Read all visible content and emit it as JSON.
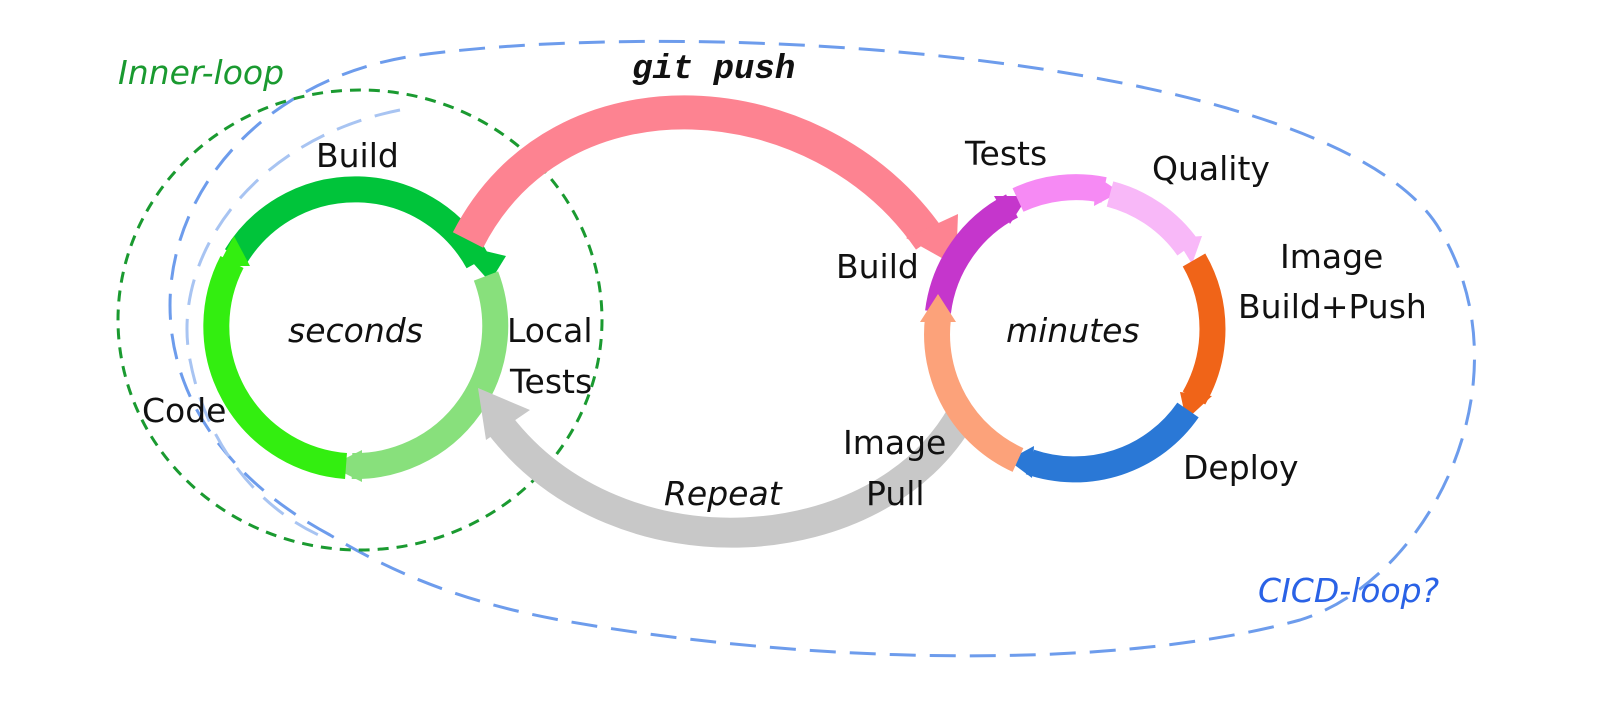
{
  "colors": {
    "inner_outline": "#1a9a30",
    "cicd_outline": "#6d9cec",
    "cicd_label": "#2a62e6",
    "inner_label": "#1a9a30",
    "git_push_arrow": "#fd8391",
    "repeat_arrow": "#c8c8c8",
    "inner_build": "#00c43a",
    "inner_local_tests": "#88e07c",
    "inner_code": "#33ee10",
    "outer_build": "#c536cc",
    "outer_tests": "#f68af4",
    "outer_quality": "#f8b8f8",
    "outer_image_build_push": "#f06418",
    "outer_deploy": "#2a78d6",
    "outer_image_pull": "#fca27a"
  },
  "labels": {
    "inner_loop": "Inner-loop",
    "cicd_loop": "CICD-loop?",
    "git_push": "git push",
    "repeat": "Repeat",
    "seconds": "seconds",
    "minutes": "minutes",
    "inner_build": "Build",
    "local_tests_line1": "Local",
    "local_tests_line2": "Tests",
    "code": "Code",
    "outer_build": "Build",
    "tests": "Tests",
    "quality": "Quality",
    "image_build_push_line1": "Image",
    "image_build_push_line2": "Build+Push",
    "deploy": "Deploy",
    "image_pull_line1": "Image",
    "image_pull_line2": "Pull"
  }
}
